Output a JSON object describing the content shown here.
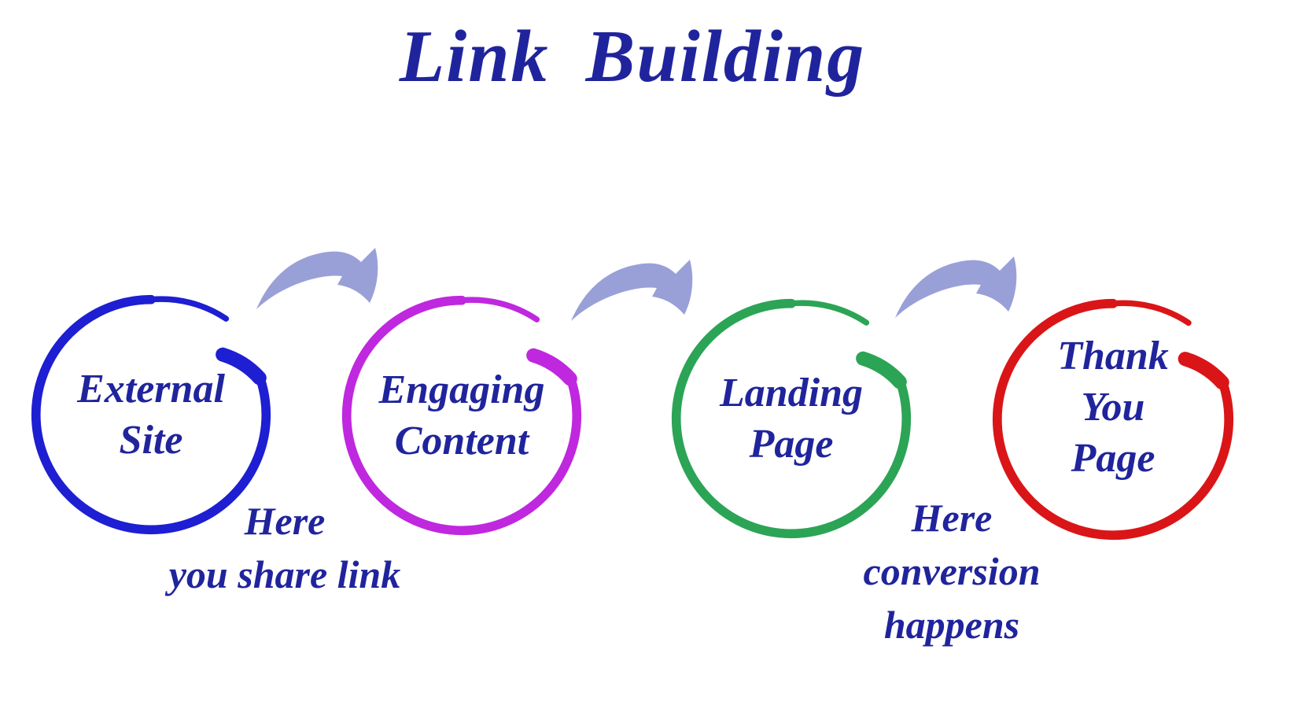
{
  "title": "Link Building",
  "title_color": "#20249c",
  "text_color": "#20249c",
  "background_color": "#ffffff",
  "arrow": {
    "color": "#99a0d8"
  },
  "circles": [
    {
      "id": "external-site",
      "label": "External\nSite",
      "color": "#1e1ed2"
    },
    {
      "id": "engaging-content",
      "label": "Engaging\nContent",
      "color": "#bf28de"
    },
    {
      "id": "landing-page",
      "label": "Landing\nPage",
      "color": "#2ca455"
    },
    {
      "id": "thank-you-page",
      "label": "Thank\nYou\nPage",
      "color": "#da1517"
    }
  ],
  "annotations": [
    {
      "id": "share-link",
      "text": "Here\nyou share link"
    },
    {
      "id": "conversion",
      "text": "Here\nconversion\nhappens"
    }
  ]
}
